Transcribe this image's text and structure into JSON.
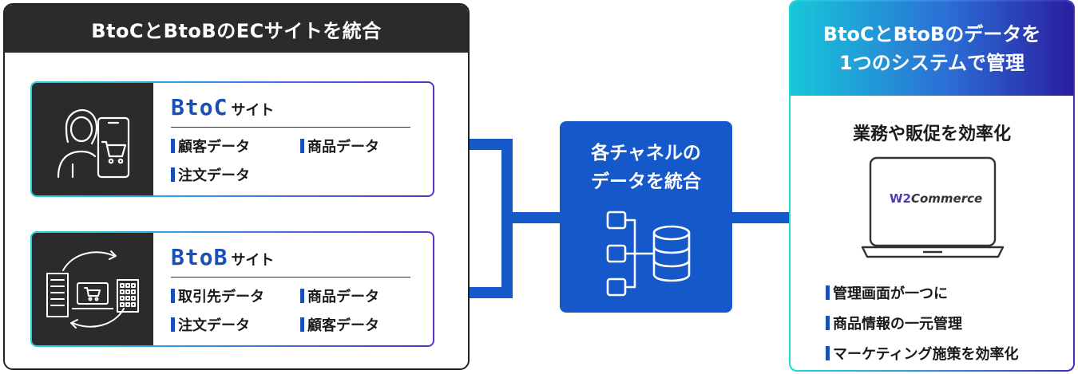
{
  "left_panel": {
    "title": "BtoCとBtoBのECサイトを統合",
    "btoc": {
      "name": "BtoC",
      "suffix": "サイト",
      "items": [
        "顧客データ",
        "商品データ",
        "注文データ"
      ]
    },
    "btob": {
      "name": "BtoB",
      "suffix": "サイト",
      "items": [
        "取引先データ",
        "商品データ",
        "注文データ",
        "顧客データ"
      ]
    }
  },
  "center": {
    "title_line1": "各チャネルの",
    "title_line2": "データを統合"
  },
  "right_panel": {
    "title_line1": "BtoCとBtoBのデータを",
    "title_line2": "1つのシステムで管理",
    "subtitle": "業務や販促を効率化",
    "logo_mark": "W2",
    "logo_text": "Commerce",
    "items": [
      "管理画面が一つに",
      "商品情報の一元管理",
      "マーケティング施策を効率化"
    ]
  },
  "colors": {
    "accent_blue": "#1558c9",
    "dark": "#2b2b2b",
    "gradient_start": "#20d6d6",
    "gradient_end": "#3a2fb8"
  }
}
